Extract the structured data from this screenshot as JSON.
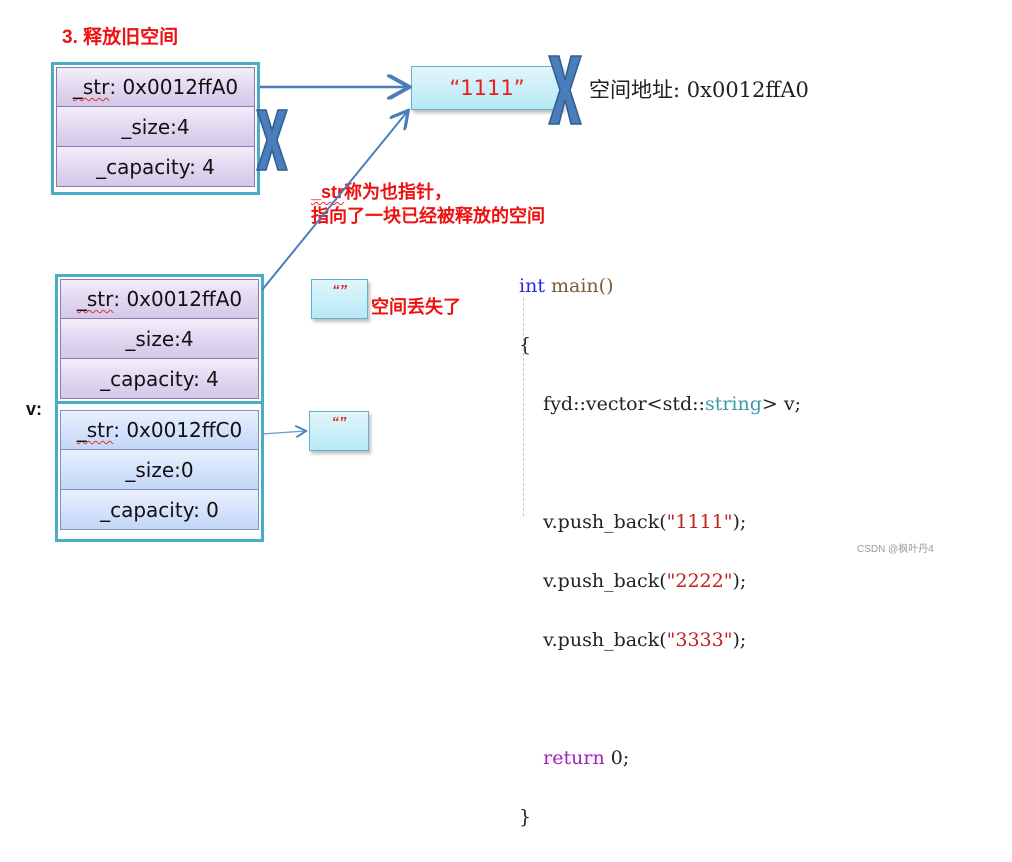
{
  "title": "3. 释放旧空间",
  "old_struct": {
    "str_label": "_str",
    "str_value": ": 0x0012ffA0",
    "size": "_size:4",
    "capacity": "_capacity: 4"
  },
  "string_box": {
    "text": "“1111”"
  },
  "address_note": "空间地址: 0x0012ffA0",
  "dangling_note": {
    "prefix": "_str",
    "line1": "称为也指针，",
    "line2": "指向了一块已经被释放的空间"
  },
  "empty_box_1": {
    "text": "“”"
  },
  "lost_note": "空间丢失了",
  "v_label": "v:",
  "elem0": {
    "str_label": "_str",
    "str_value": ": 0x0012ffA0",
    "size": "_size:4",
    "capacity": "_capacity: 4"
  },
  "elem1": {
    "str_label": "_str",
    "str_value": ": 0x0012ffC0",
    "size": "_size:0",
    "capacity": "_capacity: 0"
  },
  "empty_box_2": {
    "text": "“”"
  },
  "code": {
    "l1_kw": "int",
    "l1_fn": " main()",
    "l2": "{",
    "l3_a": "    fyd::vector<std::",
    "l3_type": "string",
    "l3_b": "> v;",
    "l5_a": "    v.push_back(",
    "l5_s": "\"1111\"",
    "l5_b": ");",
    "l6_a": "    v.push_back(",
    "l6_s": "\"2222\"",
    "l6_b": ");",
    "l7_a": "    v.push_back(",
    "l7_s": "\"3333\"",
    "l7_b": ");",
    "l9_kw": "    return",
    "l9_b": " 0;",
    "l10": "}"
  },
  "watermark": "CSDN @枫叶丹4",
  "colors": {
    "accent_red": "#ee1111",
    "struct_border": "#4bacc6",
    "arrow": "#4a7ebb",
    "cross": "#4a7ebb"
  }
}
